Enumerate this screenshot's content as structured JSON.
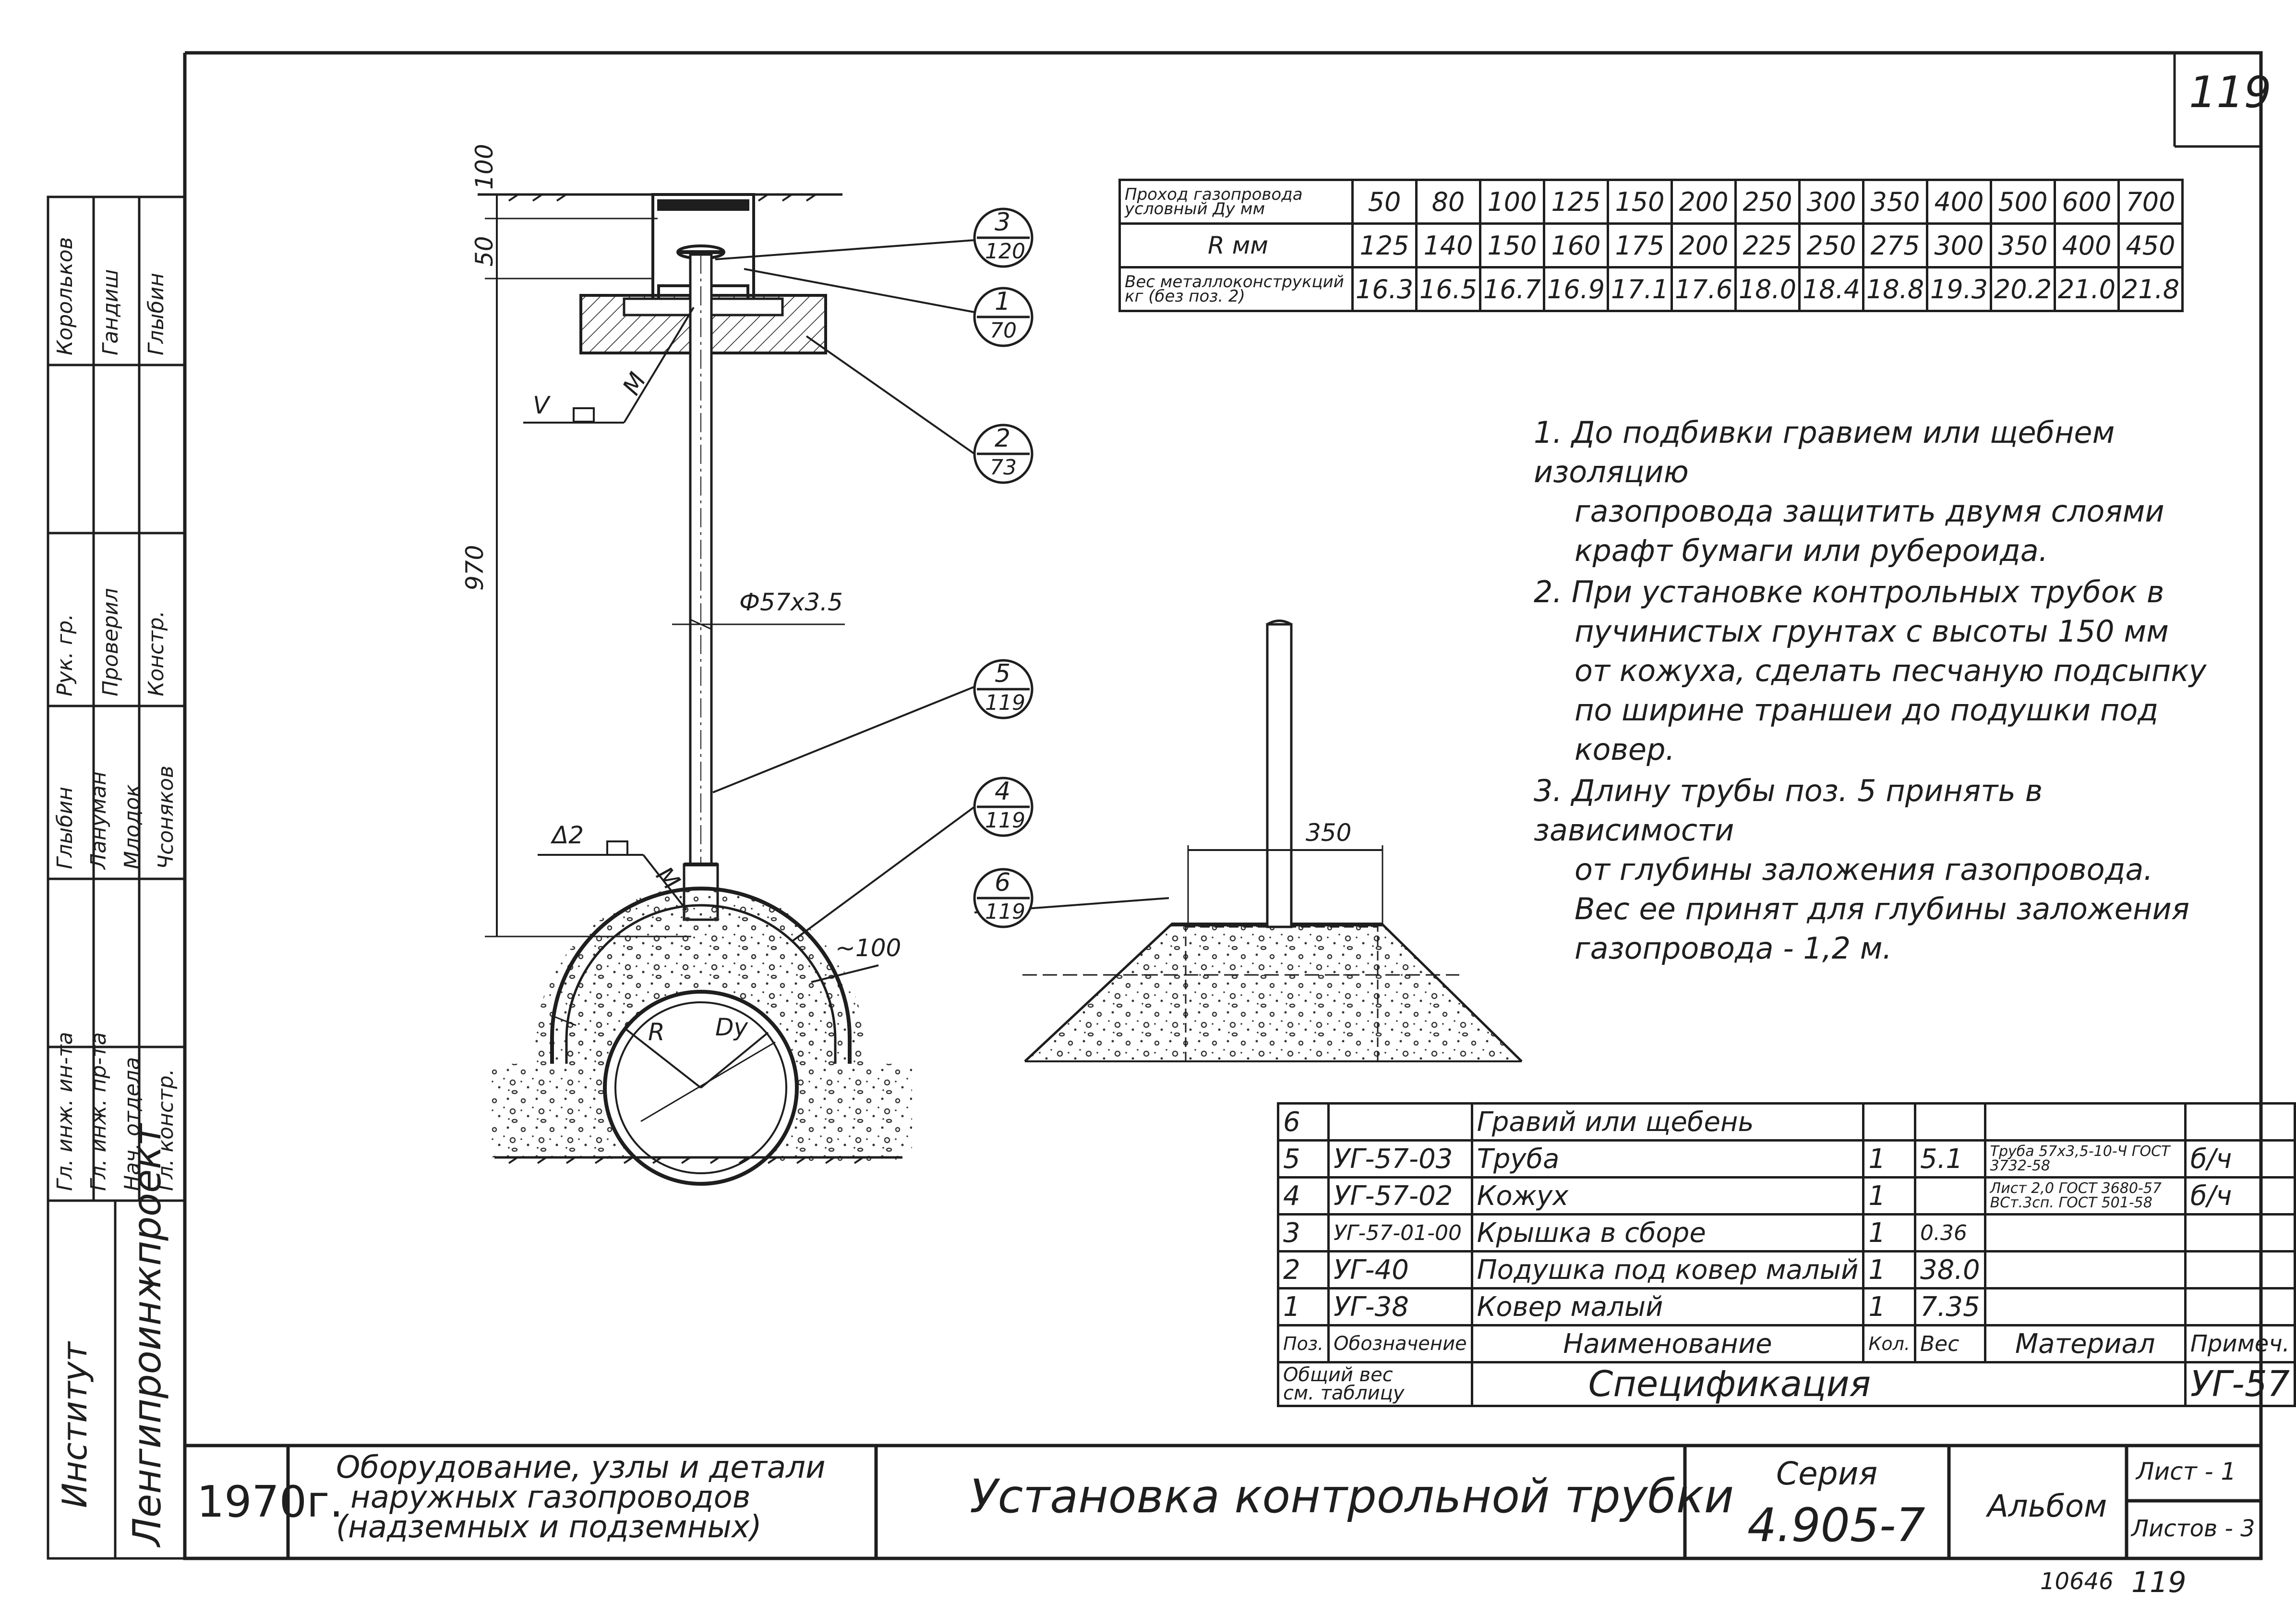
{
  "sheet_number_top": "119",
  "bottom_stamp": {
    "code": "10646",
    "sheet": "119"
  },
  "pipe_table": {
    "row_labels": [
      "Проход газопровода условный Ду мм",
      "R мм",
      "Вес металлоконструкций кг (без поз. 2)"
    ],
    "diameters": [
      "50",
      "80",
      "100",
      "125",
      "150",
      "200",
      "250",
      "300",
      "350",
      "400",
      "500",
      "600",
      "700"
    ],
    "radii": [
      "125",
      "140",
      "150",
      "160",
      "175",
      "200",
      "225",
      "250",
      "275",
      "300",
      "350",
      "400",
      "450"
    ],
    "weights": [
      "16.3",
      "16.5",
      "16.7",
      "16.9",
      "17.1",
      "17.6",
      "18.0",
      "18.4",
      "18.8",
      "19.3",
      "20.2",
      "21.0",
      "21.8"
    ]
  },
  "notes": [
    {
      "num": "1.",
      "lines": [
        "До подбивки гравием или щебнем изоляцию",
        "газопровода защитить двумя слоями",
        "крафт бумаги или рубероида."
      ]
    },
    {
      "num": "2.",
      "lines": [
        "При установке контрольных трубок в",
        "пучинистых грунтах с высоты 150 мм",
        "от кожуха, сделать песчаную подсыпку",
        "по ширине траншеи до подушки под ковер."
      ]
    },
    {
      "num": "3.",
      "lines": [
        "Длину трубы поз. 5 принять в зависимости",
        "от глубины заложения газопровода.",
        "Вес ее принят для глубины заложения",
        "газопровода - 1,2 м."
      ]
    }
  ],
  "drawing_labels": {
    "dim_50": "50",
    "dim_100": "100",
    "dim_970": "970",
    "dim_350": "350",
    "dim_100b": "~100",
    "pipe_size": "Ф57х3.5",
    "weld_top": "V",
    "weld_m": "М",
    "weld_bottom": "Δ2",
    "weld_m2": "М",
    "radius": "R",
    "dy": "Dy"
  },
  "callouts": [
    {
      "pos": "3",
      "sheet": "120"
    },
    {
      "pos": "1",
      "sheet": "70"
    },
    {
      "pos": "2",
      "sheet": "73"
    },
    {
      "pos": "5",
      "sheet": "119"
    },
    {
      "pos": "4",
      "sheet": "119"
    },
    {
      "pos": "6",
      "sheet": "119"
    }
  ],
  "spec": {
    "rows": [
      {
        "pos": "6",
        "code": "",
        "name": "Гравий или щебень",
        "qty": "",
        "weight": "",
        "material": "",
        "note": ""
      },
      {
        "pos": "5",
        "code": "УГ-57-03",
        "name": "Труба",
        "qty": "1",
        "weight": "5.1",
        "material": "Труба 57х3,5-10-Ч ГОСТ 3732-58",
        "note": "б/ч"
      },
      {
        "pos": "4",
        "code": "УГ-57-02",
        "name": "Кожух",
        "qty": "1",
        "weight": "",
        "material": "Лист 2,0 ГОСТ 3680-57 ВСт.3сп. ГОСТ 501-58",
        "note": "б/ч"
      },
      {
        "pos": "3",
        "code": "УГ-57-01-00",
        "name": "Крышка в сборе",
        "qty": "1",
        "weight": "0.36",
        "material": "",
        "note": ""
      },
      {
        "pos": "2",
        "code": "УГ-40",
        "name": "Подушка под ковер малый",
        "qty": "1",
        "weight": "38.0",
        "material": "",
        "note": ""
      },
      {
        "pos": "1",
        "code": "УГ-38",
        "name": "Ковер малый",
        "qty": "1",
        "weight": "7.35",
        "material": "",
        "note": ""
      }
    ],
    "headers": {
      "pos": "Поз.",
      "code": "Обозначение",
      "name": "Наименование",
      "qty": "Кол.",
      "weight": "Вес",
      "material": "Материал",
      "note": "Примеч."
    },
    "total_label_1": "Общий вес",
    "total_label_2": "см. таблицу",
    "title": "Спецификация",
    "code": "УГ-57"
  },
  "title_block": {
    "year": "1970г.",
    "album_title_lines": [
      "Оборудование, узлы и детали",
      "наружных газопроводов",
      "(надземных и подземных)"
    ],
    "drawing_title": "Установка контрольной трубки",
    "series_label": "Серия",
    "series_value": "4.905-7",
    "album": "Альбом",
    "sheet": "Лист - 1",
    "sheets": "Листов - 3"
  },
  "side_block": {
    "institute_label": "Институт",
    "institute_name": "Ленгипроинжпроект",
    "roles": [
      "Гл. инж. ин-та",
      "Гл. инж. пр-та",
      "Нач. отдела",
      "Гл. констр."
    ],
    "roles2": [
      "Рук. гр.",
      "Проверил",
      "Констр."
    ],
    "names1": [
      "Глыбин",
      "Лануман",
      "Млодок",
      "Чсоняков"
    ],
    "names2": [
      "Корольков",
      "Гандиш",
      "Глыбин"
    ]
  }
}
